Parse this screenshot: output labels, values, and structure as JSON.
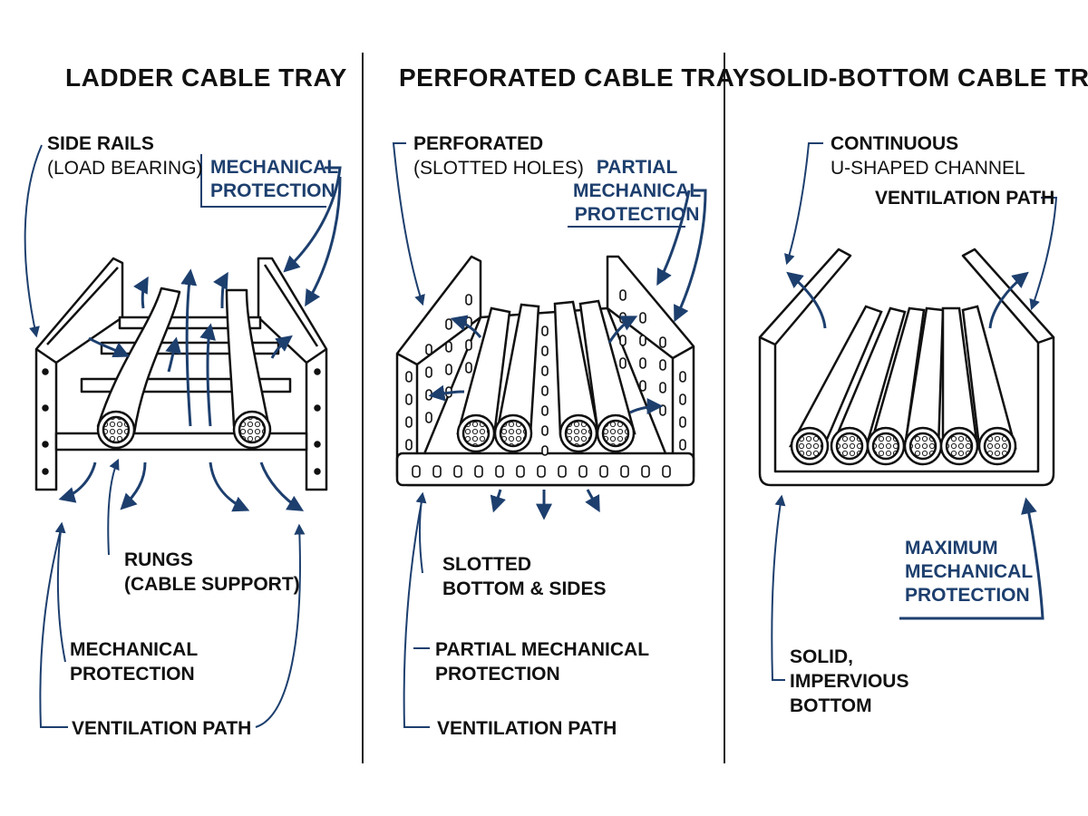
{
  "colors": {
    "accent": "#1d3f6e",
    "ink": "#111111",
    "background": "#ffffff"
  },
  "panels": [
    {
      "title": "LADDER CABLE TRAY",
      "labels": {
        "side_rails": "SIDE RAILS",
        "side_rails_sub": "(LOAD BEARING)",
        "mech_box_1": "MECHANICAL",
        "mech_box_2": "PROTECTION",
        "rungs": "RUNGS",
        "rungs_sub": "(CABLE SUPPORT)",
        "mech_1": "MECHANICAL",
        "mech_2": "PROTECTION",
        "vent": "VENTILATION PATH"
      }
    },
    {
      "title": "PERFORATED CABLE TRAY",
      "labels": {
        "perforated": "PERFORATED",
        "perforated_sub": "(SLOTTED HOLES)",
        "partial_box_1": "PARTIAL",
        "partial_box_2": "MECHANICAL",
        "partial_box_3": "PROTECTION",
        "slotted_1": "SLOTTED",
        "slotted_2": "BOTTOM & SIDES",
        "partial_1": "PARTIAL MECHANICAL",
        "partial_2": "PROTECTION",
        "vent": "VENTILATION PATH"
      }
    },
    {
      "title": "SOLID-BOTTOM CABLE TRAY",
      "labels": {
        "continuous": "CONTINUOUS",
        "continuous_sub": "U-SHAPED CHANNEL",
        "vent": "VENTILATION PATH",
        "max_1": "MAXIMUM",
        "max_2": "MECHANICAL",
        "max_3": "PROTECTION",
        "solid_1": "SOLID,",
        "solid_2": "IMPERVIOUS",
        "solid_3": "BOTTOM"
      }
    }
  ]
}
